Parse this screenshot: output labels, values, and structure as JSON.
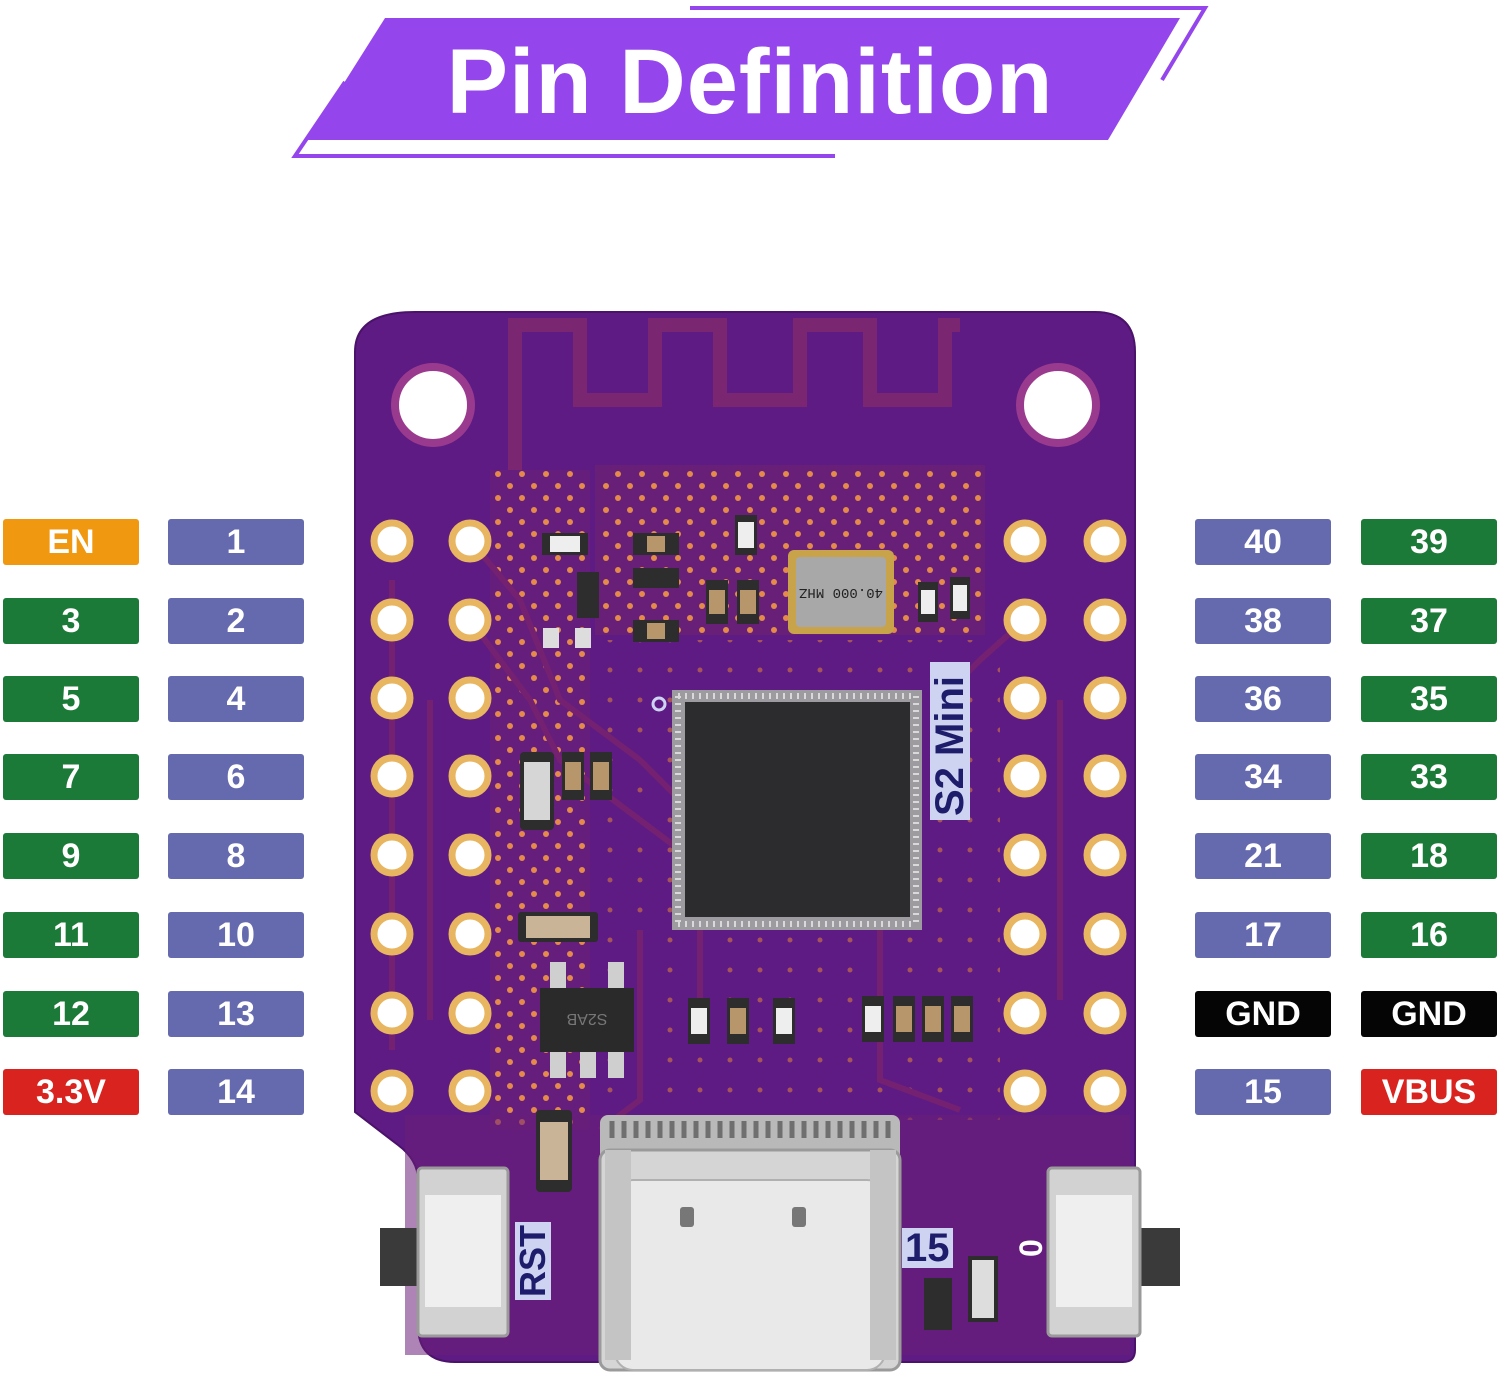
{
  "title": "Pin Definition",
  "colors": {
    "banner": "#9446ec",
    "gpio_label": "#646aad",
    "function_label": "#1c7a38",
    "enable_label": "#f0980f",
    "power_label": "#d9231f",
    "ground_label": "#050505",
    "pcb": "#5d1b83"
  },
  "left_pins": [
    {
      "func": "EN",
      "func_kind": "orange",
      "gpio": "1"
    },
    {
      "func": "3",
      "func_kind": "green",
      "gpio": "2"
    },
    {
      "func": "5",
      "func_kind": "green",
      "gpio": "4"
    },
    {
      "func": "7",
      "func_kind": "green",
      "gpio": "6"
    },
    {
      "func": "9",
      "func_kind": "green",
      "gpio": "8"
    },
    {
      "func": "11",
      "func_kind": "green",
      "gpio": "10"
    },
    {
      "func": "12",
      "func_kind": "green",
      "gpio": "13"
    },
    {
      "func": "3.3V",
      "func_kind": "red",
      "gpio": "14"
    }
  ],
  "right_pins": [
    {
      "gpio": "40",
      "gpio_kind": "gpio",
      "func": "39",
      "func_kind": "green"
    },
    {
      "gpio": "38",
      "gpio_kind": "gpio",
      "func": "37",
      "func_kind": "green"
    },
    {
      "gpio": "36",
      "gpio_kind": "gpio",
      "func": "35",
      "func_kind": "green"
    },
    {
      "gpio": "34",
      "gpio_kind": "gpio",
      "func": "33",
      "func_kind": "green"
    },
    {
      "gpio": "21",
      "gpio_kind": "gpio",
      "func": "18",
      "func_kind": "green"
    },
    {
      "gpio": "17",
      "gpio_kind": "gpio",
      "func": "16",
      "func_kind": "green"
    },
    {
      "gpio": "GND",
      "gpio_kind": "black",
      "func": "GND",
      "func_kind": "black"
    },
    {
      "gpio": "15",
      "gpio_kind": "gpio",
      "func": "VBUS",
      "func_kind": "red"
    }
  ],
  "board": {
    "model": "S2 Mini",
    "crystal": "40.000 MHZ",
    "regulator": "S2AB",
    "rst_label": "RST",
    "led_label": "15",
    "boot_label": "0"
  }
}
